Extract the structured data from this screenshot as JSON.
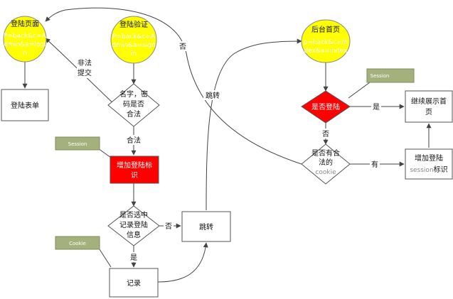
{
  "nodes": {
    "login_page": {
      "title": "登陆页面",
      "lines": [
        "P=back&c=A",
        "dmin&a=logi",
        "n"
      ]
    },
    "login_verify": {
      "title": "登陆验证",
      "lines": [
        "P=back&c=A",
        "dmin&a=sign",
        "in"
      ]
    },
    "admin_home": {
      "title": "后台首页",
      "lines": [
        "p=back&c=In",
        "dex&a=index"
      ]
    },
    "login_form": {
      "label": "登陆表单"
    },
    "check_credentials": {
      "lines": [
        "名字，密",
        "码是否",
        "合法"
      ]
    },
    "add_login_flag": {
      "lines": [
        "增加登陆标",
        "识"
      ]
    },
    "check_remember": {
      "lines": [
        "是否选中",
        "记录登陆",
        "信息"
      ]
    },
    "record": {
      "label": "记录"
    },
    "jump_mid": {
      "label": "跳转"
    },
    "check_logged_in": {
      "label": "是否登陆"
    },
    "show_home": {
      "lines": [
        "继续展示首",
        "页"
      ]
    },
    "check_cookie": {
      "lines": [
        "是否有合",
        "法的",
        "cookie"
      ]
    },
    "add_session_flag": {
      "line1": "增加登陆",
      "line2a": "session",
      "line2b": "标识"
    }
  },
  "tags": {
    "session_left": "Session",
    "cookie_left": "Cookie",
    "session_right": "Session"
  },
  "edge_labels": {
    "illegal_submit_1": "非法",
    "illegal_submit_2": "提交",
    "no_top": "否",
    "jump": "跳转",
    "legal": "合法",
    "no_mid": "否",
    "yes_mid": "是",
    "yes_right": "是",
    "no_right": "否",
    "has": "有"
  },
  "colors": {
    "yellow": "#ffff00",
    "red": "#ff0000",
    "tag_green": "#a4b17c"
  }
}
